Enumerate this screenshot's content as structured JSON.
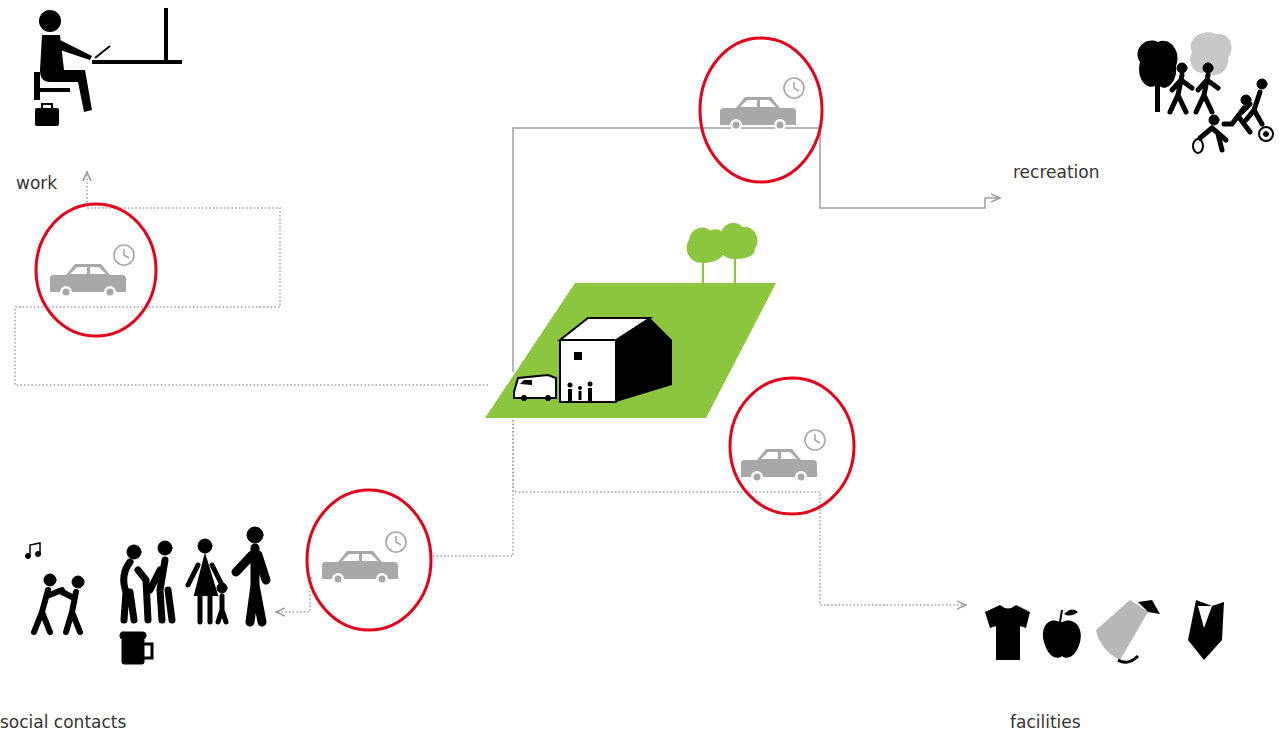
{
  "diagram": {
    "labels": [
      "work",
      "recreation",
      "social contacts",
      "facilities"
    ]
  }
}
